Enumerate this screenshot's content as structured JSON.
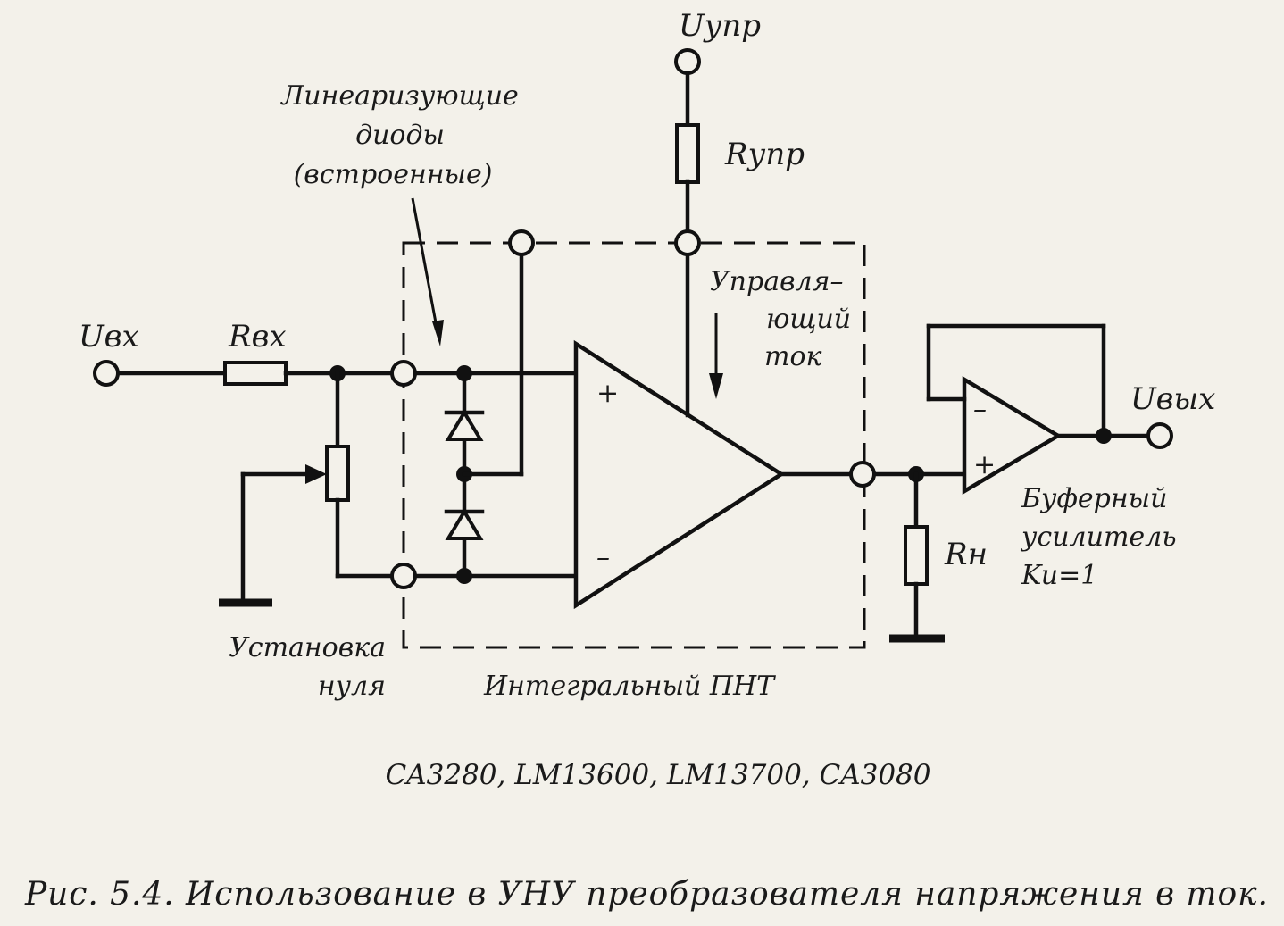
{
  "labels": {
    "u_in": "Uвх",
    "r_in": "Rвх",
    "u_ctrl": "Uупр",
    "r_ctrl": "Rупр",
    "diodes_line1": "Линеаризующие",
    "diodes_line2": "диоды",
    "diodes_line3": "(встроенные)",
    "ctrl_current_line1": "Управля–",
    "ctrl_current_line2": "ющий",
    "ctrl_current_line3": "ток",
    "u_out": "Uвых",
    "r_load": "Rн",
    "buffer_line1": "Буферный",
    "buffer_line2": "усилитель",
    "buffer_line3": "Ku=1",
    "zero_line1": "Установка",
    "zero_line2": "нуля",
    "ota_block": "Интегральный ПНТ",
    "ota_plus": "+",
    "ota_minus": "–",
    "buf_plus": "+",
    "buf_minus": "–"
  },
  "part_numbers": "CA3280, LM13600, LM13700, CA3080",
  "caption": "Рис. 5.4. Использование в УНУ преобразователя напряжения в ток."
}
